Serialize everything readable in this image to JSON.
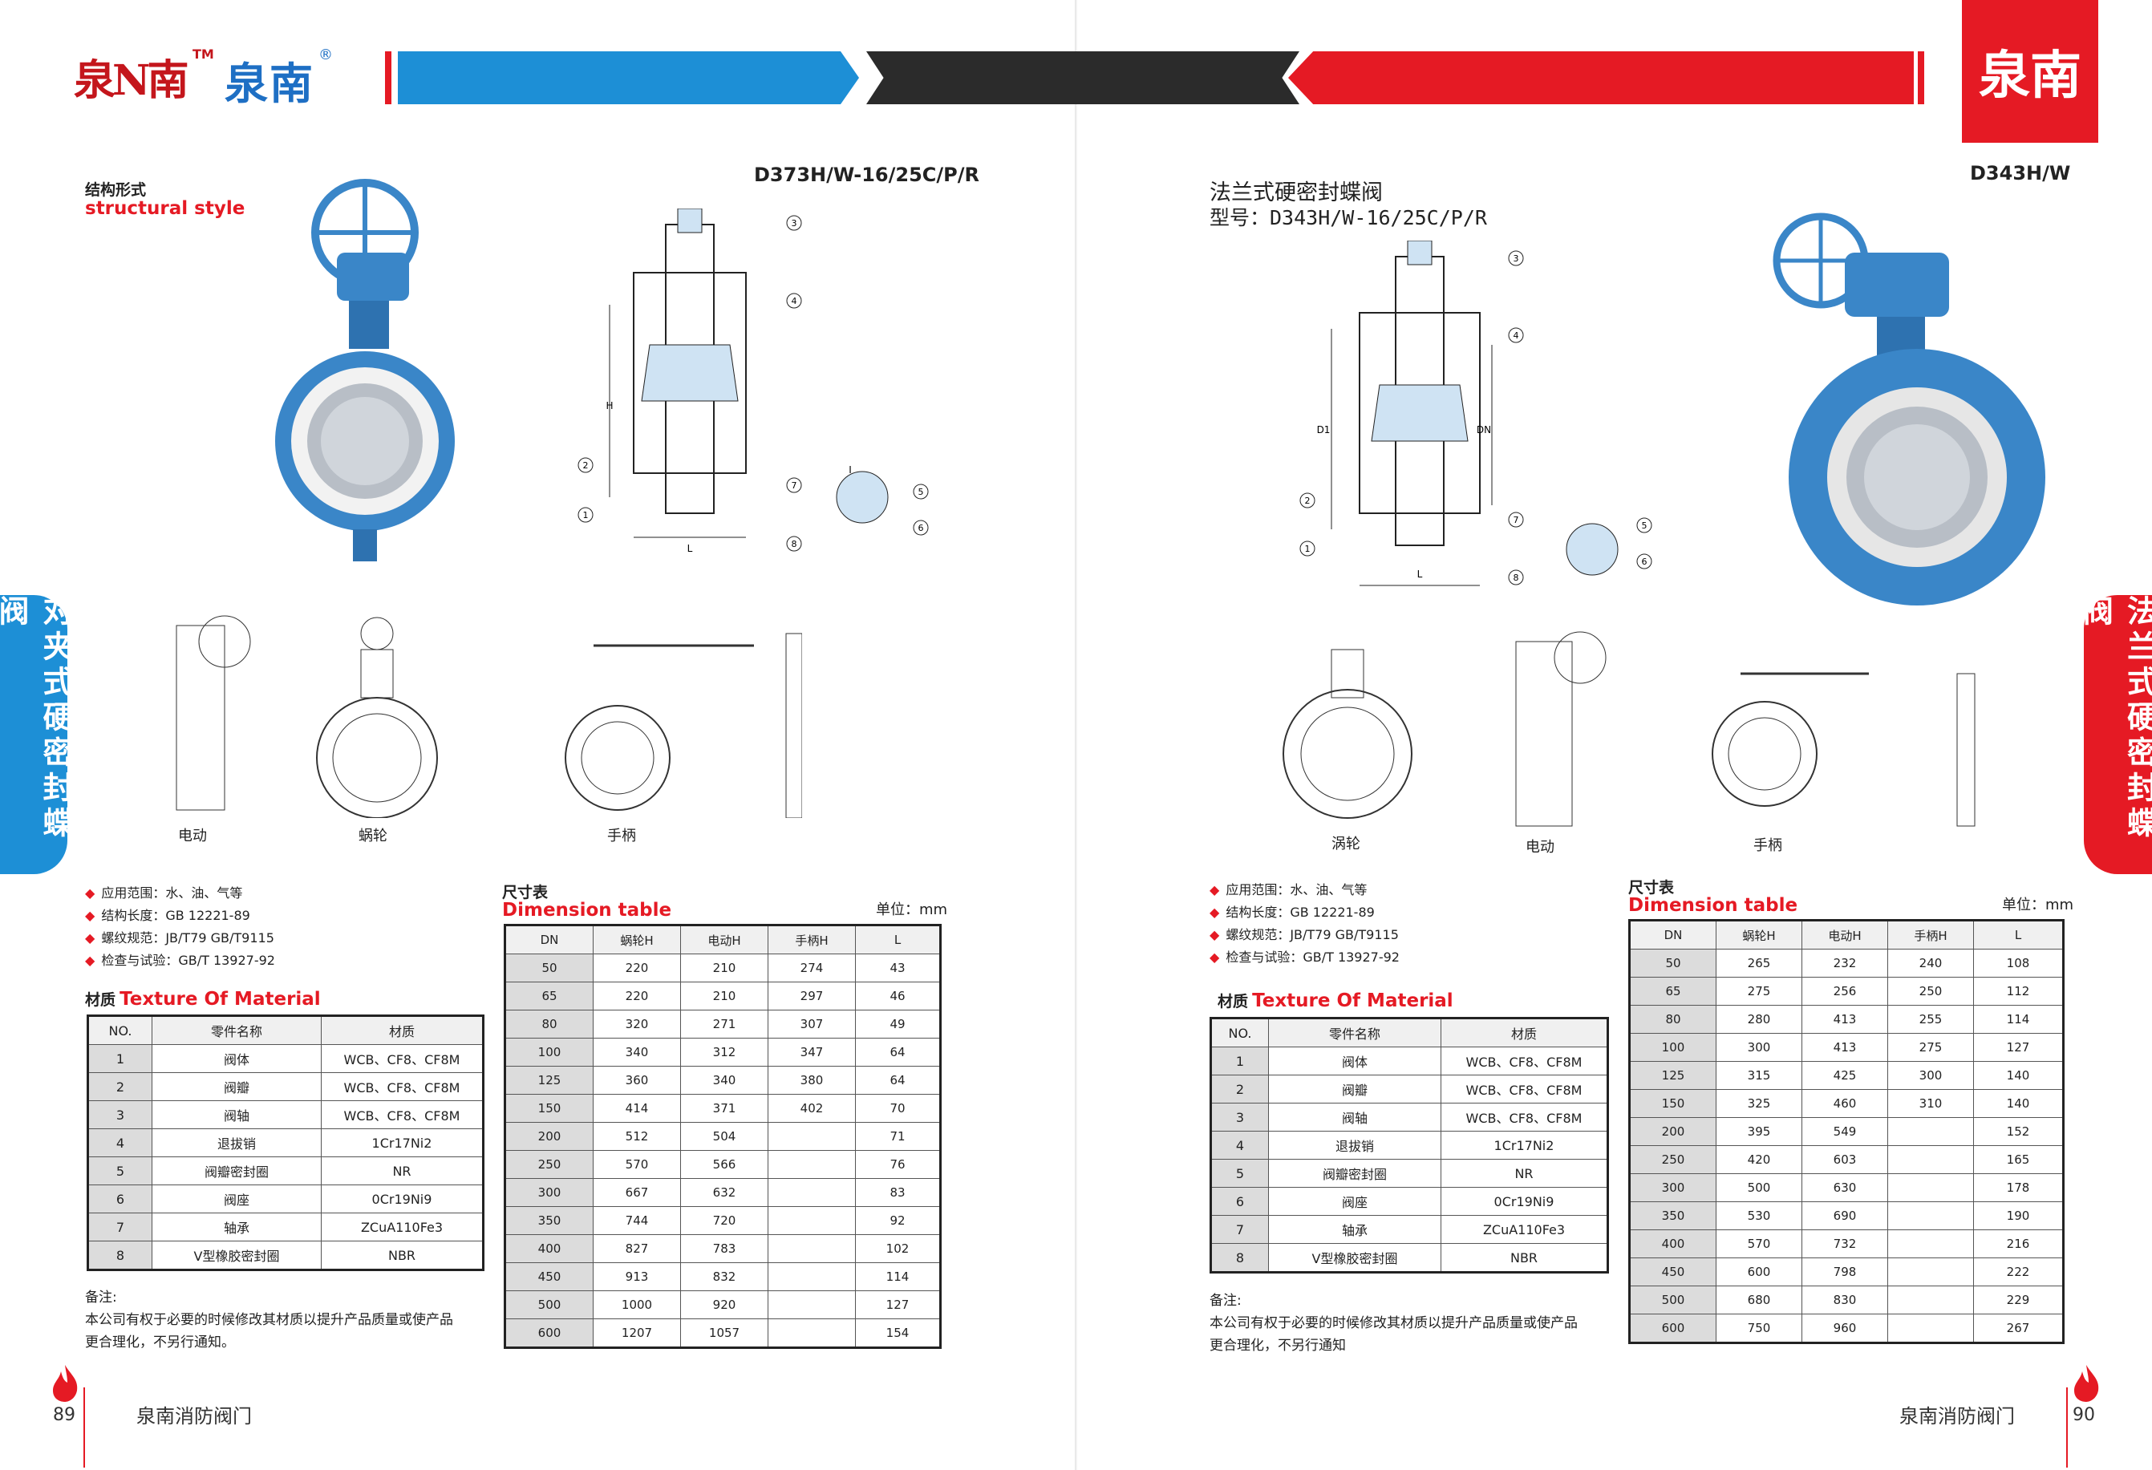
{
  "header": {
    "logo_mark": "泉N南",
    "logo_tm": "TM",
    "logo_text": "泉南",
    "logo_reg": "®",
    "stamp_text": "泉南"
  },
  "left": {
    "side_tab": "对夹式硬密封蝶阀",
    "structure_cn": "结构形式",
    "structure_en": "structural style",
    "model": "D373H/W-16/25C/P/R",
    "captions": [
      "电动",
      "蜗轮",
      "手柄"
    ],
    "specs": [
      "应用范围：水、油、气等",
      "结构长度：GB 12221-89",
      "螺纹规范：JB/T79 GB/T9115",
      "检查与试验：GB/T 13927-92"
    ],
    "material_cn": "材质",
    "material_en": "Texture Of Material",
    "material_headers": [
      "NO.",
      "零件名称",
      "材质"
    ],
    "material_rows": [
      [
        "1",
        "阀体",
        "WCB、CF8、CF8M"
      ],
      [
        "2",
        "阀瓣",
        "WCB、CF8、CF8M"
      ],
      [
        "3",
        "阀轴",
        "WCB、CF8、CF8M"
      ],
      [
        "4",
        "退拔销",
        "1Cr17Ni2"
      ],
      [
        "5",
        "阀瓣密封圈",
        "NR"
      ],
      [
        "6",
        "阀座",
        "0Cr19Ni9"
      ],
      [
        "7",
        "轴承",
        "ZCuA110Fe3"
      ],
      [
        "8",
        "V型橡胶密封圈",
        "NBR"
      ]
    ],
    "dim_cn": "尺寸表",
    "dim_en": "Dimension table",
    "unit": "单位：mm",
    "dim_headers": [
      "DN",
      "蜗轮H",
      "电动H",
      "手柄H",
      "L"
    ],
    "dim_rows": [
      [
        "50",
        "220",
        "210",
        "274",
        "43"
      ],
      [
        "65",
        "220",
        "210",
        "297",
        "46"
      ],
      [
        "80",
        "320",
        "271",
        "307",
        "49"
      ],
      [
        "100",
        "340",
        "312",
        "347",
        "64"
      ],
      [
        "125",
        "360",
        "340",
        "380",
        "64"
      ],
      [
        "150",
        "414",
        "371",
        "402",
        "70"
      ],
      [
        "200",
        "512",
        "504",
        "",
        "71"
      ],
      [
        "250",
        "570",
        "566",
        "",
        "76"
      ],
      [
        "300",
        "667",
        "632",
        "",
        "83"
      ],
      [
        "350",
        "744",
        "720",
        "",
        "92"
      ],
      [
        "400",
        "827",
        "783",
        "",
        "102"
      ],
      [
        "450",
        "913",
        "832",
        "",
        "114"
      ],
      [
        "500",
        "1000",
        "920",
        "",
        "127"
      ],
      [
        "600",
        "1207",
        "1057",
        "",
        "154"
      ]
    ],
    "note_title": "备注:",
    "note_lines": [
      "本公司有权于必要的时候修改其材质以提升产品质量或使产品",
      "更合理化，不另行通知。"
    ],
    "footer": "泉南消防阀门",
    "page": "89"
  },
  "right": {
    "side_tab": "法兰式硬密封蝶阀",
    "title_cn": "法兰式硬密封蝶阀",
    "model_line": "型号：D343H/W-16/25C/P/R",
    "model": "D343H/W",
    "captions": [
      "涡轮",
      "电动",
      "手柄"
    ],
    "specs": [
      "应用范围：水、油、气等",
      "结构长度：GB 12221-89",
      "螺纹规范：JB/T79 GB/T9115",
      "检查与试验：GB/T 13927-92"
    ],
    "material_cn": "材质",
    "material_en": "Texture Of Material",
    "material_headers": [
      "NO.",
      "零件名称",
      "材质"
    ],
    "material_rows": [
      [
        "1",
        "阀体",
        "WCB、CF8、CF8M"
      ],
      [
        "2",
        "阀瓣",
        "WCB、CF8、CF8M"
      ],
      [
        "3",
        "阀轴",
        "WCB、CF8、CF8M"
      ],
      [
        "4",
        "退拔销",
        "1Cr17Ni2"
      ],
      [
        "5",
        "阀瓣密封圈",
        "NR"
      ],
      [
        "6",
        "阀座",
        "0Cr19Ni9"
      ],
      [
        "7",
        "轴承",
        "ZCuA110Fe3"
      ],
      [
        "8",
        "V型橡胶密封圈",
        "NBR"
      ]
    ],
    "dim_cn": "尺寸表",
    "dim_en": "Dimension table",
    "unit": "单位：mm",
    "dim_headers": [
      "DN",
      "蜗轮H",
      "电动H",
      "手柄H",
      "L"
    ],
    "dim_rows": [
      [
        "50",
        "265",
        "232",
        "240",
        "108"
      ],
      [
        "65",
        "275",
        "256",
        "250",
        "112"
      ],
      [
        "80",
        "280",
        "413",
        "255",
        "114"
      ],
      [
        "100",
        "300",
        "413",
        "275",
        "127"
      ],
      [
        "125",
        "315",
        "425",
        "300",
        "140"
      ],
      [
        "150",
        "325",
        "460",
        "310",
        "140"
      ],
      [
        "200",
        "395",
        "549",
        "",
        "152"
      ],
      [
        "250",
        "420",
        "603",
        "",
        "165"
      ],
      [
        "300",
        "500",
        "630",
        "",
        "178"
      ],
      [
        "350",
        "530",
        "690",
        "",
        "190"
      ],
      [
        "400",
        "570",
        "732",
        "",
        "216"
      ],
      [
        "450",
        "600",
        "798",
        "",
        "222"
      ],
      [
        "500",
        "680",
        "830",
        "",
        "229"
      ],
      [
        "600",
        "750",
        "960",
        "",
        "267"
      ]
    ],
    "note_title": "备注:",
    "note_lines": [
      "本公司有权于必要的时候修改其材质以提升产品质量或使产品",
      "更合理化，不另行通知"
    ],
    "footer": "泉南消防阀门",
    "page": "90"
  },
  "drawing": {
    "callouts": [
      "1",
      "2",
      "3",
      "4",
      "5",
      "6",
      "7",
      "8"
    ],
    "dim_labels": [
      "H",
      "L",
      "D1",
      "DN",
      "I"
    ]
  },
  "colors": {
    "blue": "#1d8fd6",
    "red": "#e51a24",
    "dark": "#2b2b2b",
    "valve_blue": "#3a86c8"
  }
}
